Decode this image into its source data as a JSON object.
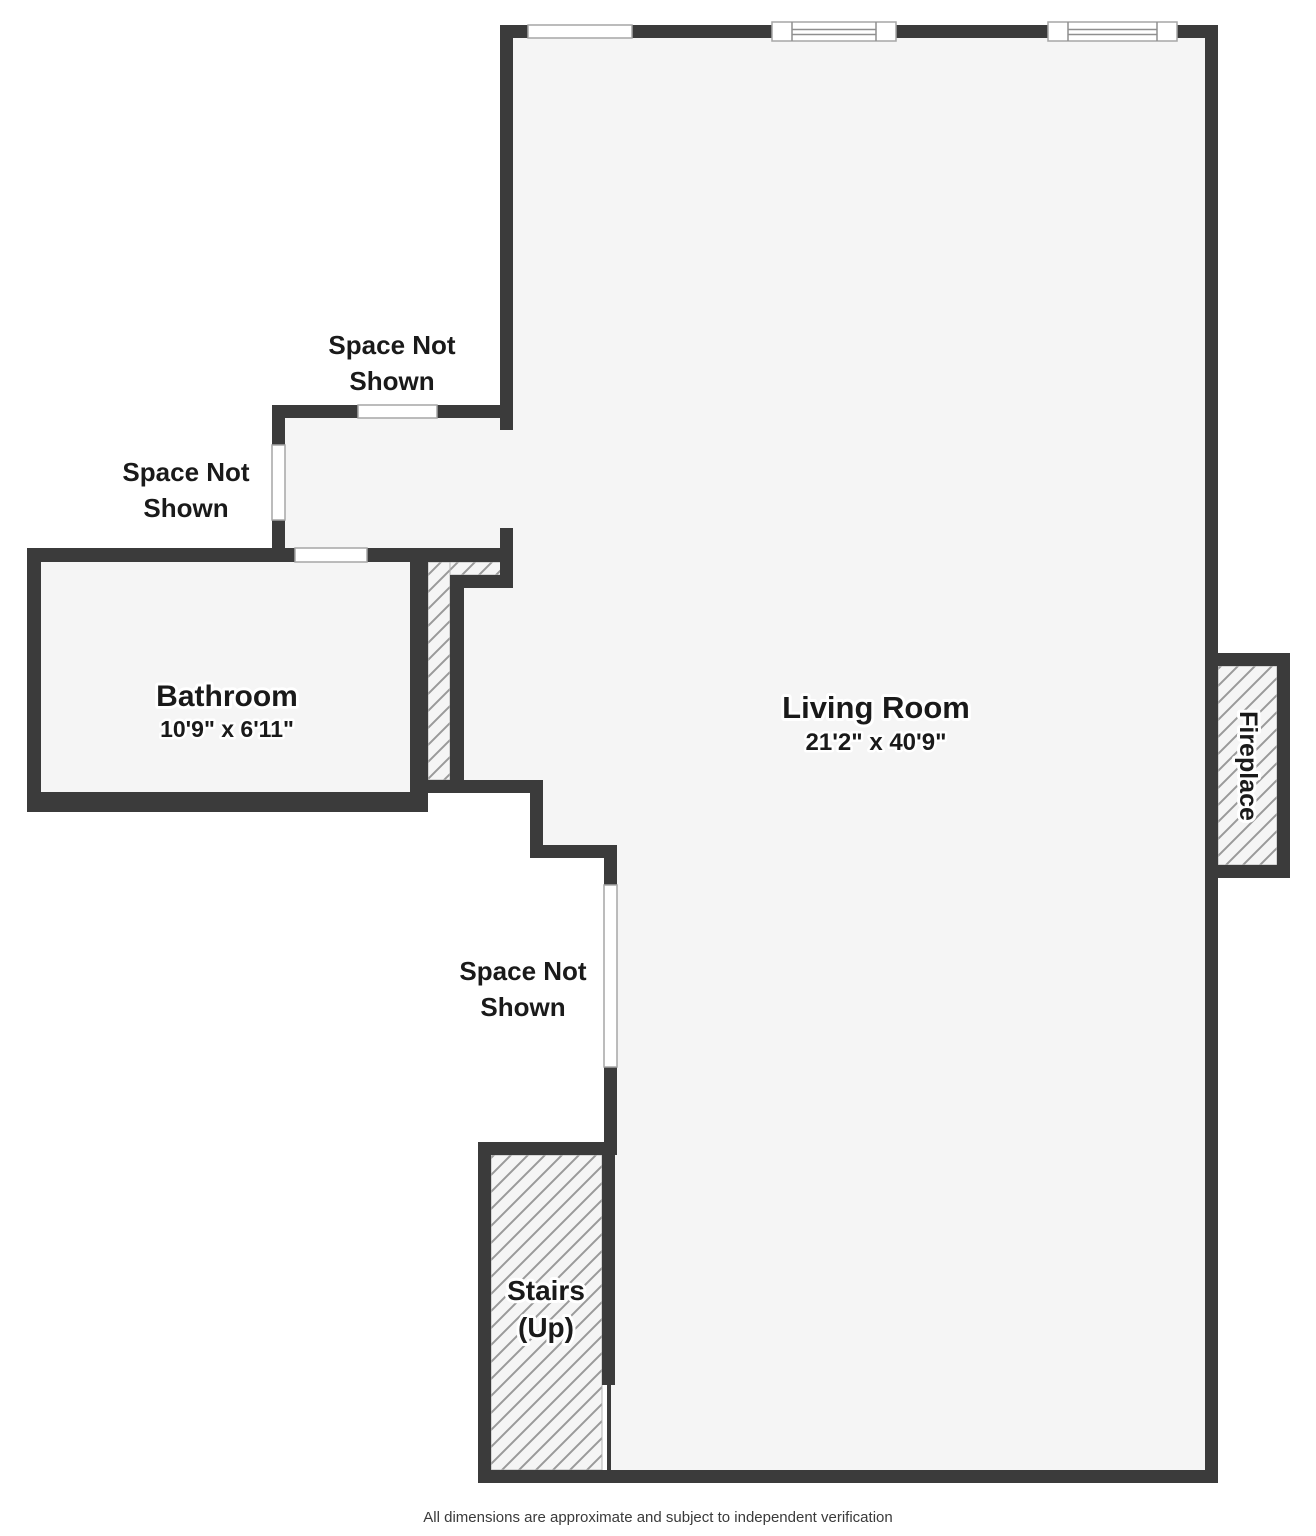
{
  "rooms": {
    "living_room": {
      "name": "Living Room",
      "dimensions": "21'2\" x 40'9\""
    },
    "bathroom": {
      "name": "Bathroom",
      "dimensions": "10'9\" x 6'11\""
    }
  },
  "features": {
    "fireplace": {
      "label": "Fireplace"
    },
    "stairs": {
      "line1": "Stairs",
      "line2": "(Up)"
    }
  },
  "space_not_shown": {
    "line1": "Space Not",
    "line2": "Shown"
  },
  "footer": {
    "text": "All dimensions are approximate and subject to independent verification"
  },
  "colors": {
    "wall": "#3b3b3b",
    "floor": "#f5f5f5",
    "hatch_line": "#9a9a9a",
    "background": "#ffffff",
    "label": "#1a1a1a"
  }
}
